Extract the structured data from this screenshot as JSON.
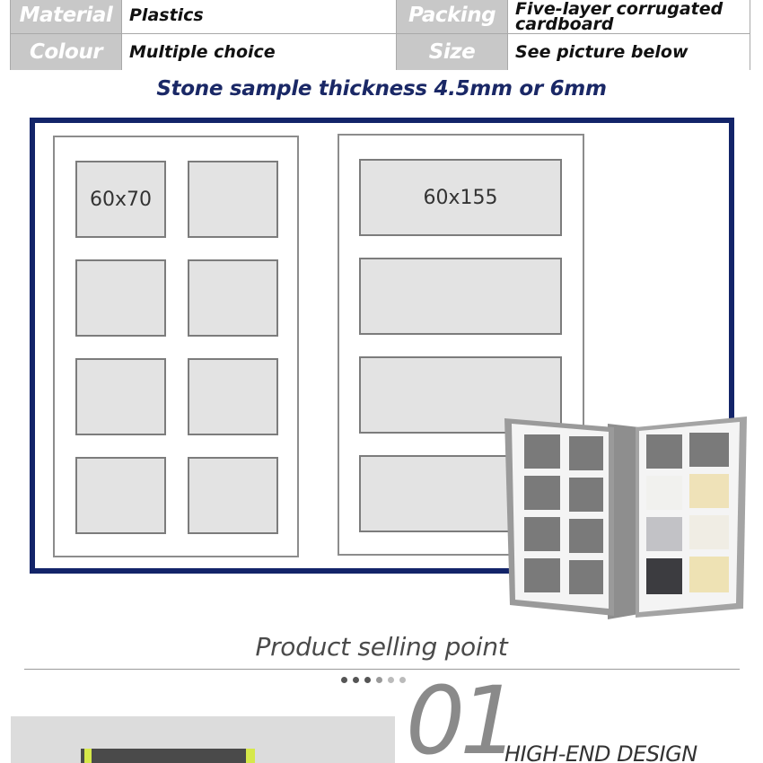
{
  "spec": {
    "material_label": "Material",
    "material_value": "Plastics",
    "packing_label": "Packing",
    "packing_value_line1": "Five-layer corrugated",
    "packing_value_line2": "cardboard",
    "colour_label": "Colour",
    "colour_value": "Multiple choice",
    "size_label": "Size",
    "size_value": "See picture below"
  },
  "heading": "Stone sample thickness 4.5mm or 6mm",
  "diagram": {
    "small_slot_label": "60x70",
    "large_slot_label": "60x155"
  },
  "selling": {
    "title": "Product selling point",
    "number": "01",
    "feature_title": "HIGH-END DESIGN"
  },
  "colors": {
    "frame": "#132469",
    "heading": "#1a2866",
    "spec_key_bg": "#c8c8c8",
    "accent_yellow": "#d6e84a"
  },
  "dots": [
    "#555555",
    "#555555",
    "#555555",
    "#999999",
    "#bbbbbb",
    "#bbbbbb"
  ]
}
